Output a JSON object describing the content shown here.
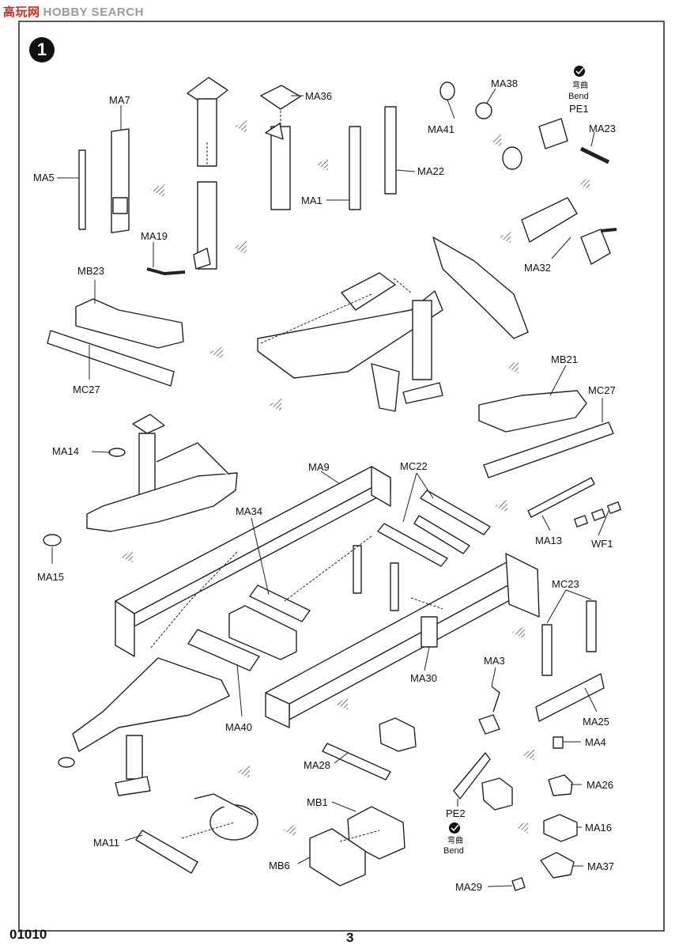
{
  "watermark": {
    "logo": "高玩网",
    "text": "HOBBY SEARCH"
  },
  "step": {
    "number": "1"
  },
  "footer": {
    "code": "01010",
    "page": "3"
  },
  "bend_notes": [
    {
      "cn": "弯曲",
      "en": "Bend"
    },
    {
      "cn": "弯曲",
      "en": "Bend"
    }
  ],
  "part_labels": {
    "ma7": "MA7",
    "ma5": "MA5",
    "ma36": "MA36",
    "ma19": "MA19",
    "ma1": "MA1",
    "ma22": "MA22",
    "ma41": "MA41",
    "ma38": "MA38",
    "pe1": "PE1",
    "ma23": "MA23",
    "ma32": "MA32",
    "mb23": "MB23",
    "mc27_left": "MC27",
    "mb21": "MB21",
    "mc27_right": "MC27",
    "ma14": "MA14",
    "ma15": "MA15",
    "ma9": "MA9",
    "mc22": "MC22",
    "ma34": "MA34",
    "ma13": "MA13",
    "wf1": "WF1",
    "mc23": "MC23",
    "ma30": "MA30",
    "ma3": "MA3",
    "ma25": "MA25",
    "ma40": "MA40",
    "ma4": "MA4",
    "ma28": "MA28",
    "ma26": "MA26",
    "pe2": "PE2",
    "mb1": "MB1",
    "ma11": "MA11",
    "ma16": "MA16",
    "mb6": "MB6",
    "ma37": "MA37",
    "ma29": "MA29"
  }
}
